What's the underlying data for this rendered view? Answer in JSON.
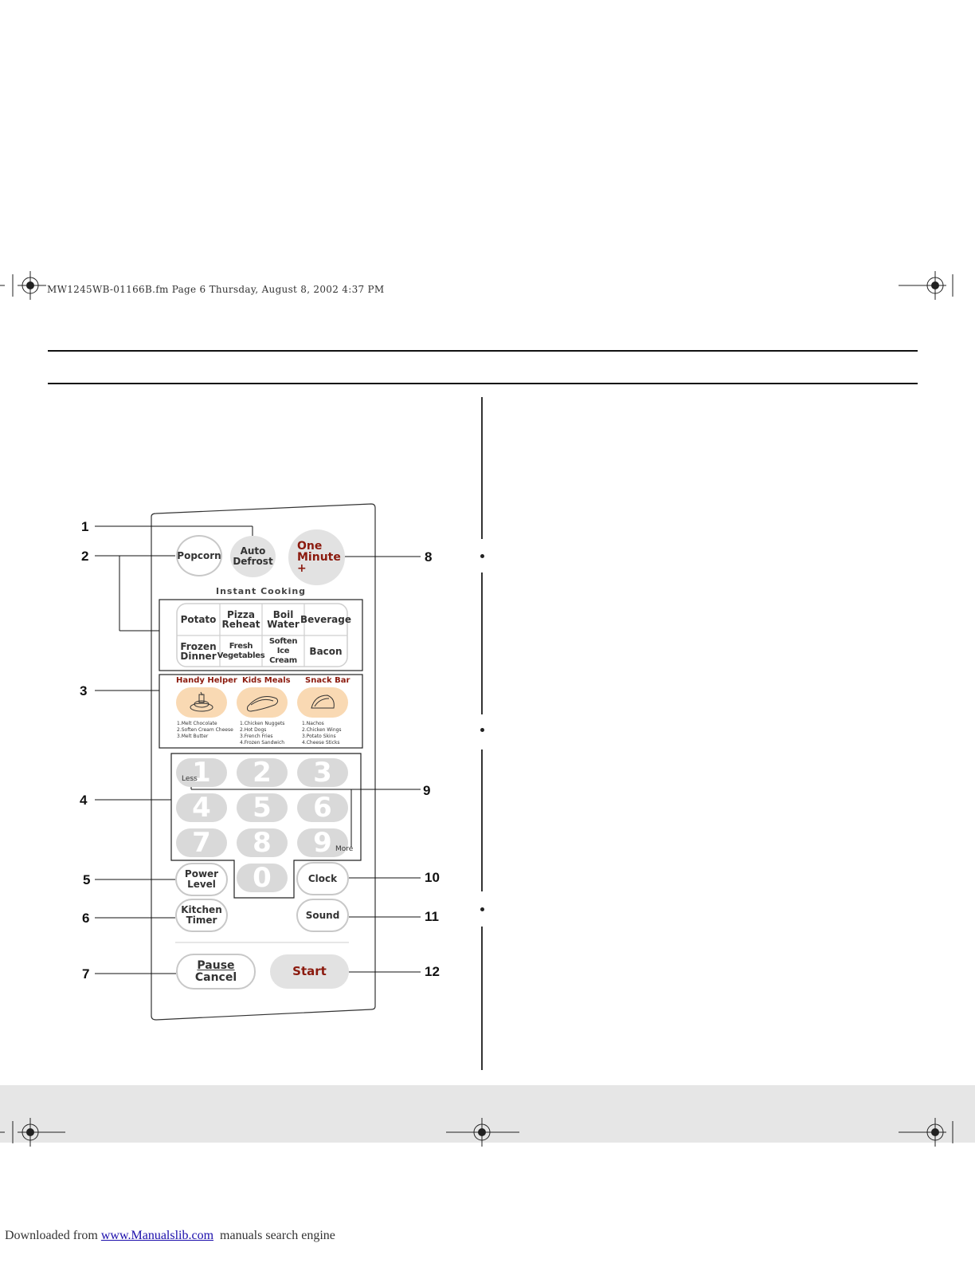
{
  "header": {
    "file_line": "MW1245WB-01166B.fm  Page 6  Thursday, August 8, 2002  4:37 PM"
  },
  "panel": {
    "popcorn": "Popcorn",
    "auto_defrost": [
      "Auto",
      "Defrost"
    ],
    "one_minute": [
      "One",
      "Minute",
      "+"
    ],
    "instant_cooking_title": "Instant Cooking",
    "instant_cooking": [
      [
        "Potato"
      ],
      [
        "Pizza",
        "Reheat"
      ],
      [
        "Boil",
        "Water"
      ],
      [
        "Beverage"
      ],
      [
        "Frozen",
        "Dinner"
      ],
      [
        "Fresh",
        "Vegetables"
      ],
      [
        "Soften",
        "Ice Cream"
      ],
      [
        "Bacon"
      ]
    ],
    "categories": [
      {
        "title": "Handy Helper",
        "items": [
          "1.Melt Chocolate",
          "2.Soften Cream Cheese",
          "3.Melt Butter"
        ]
      },
      {
        "title": "Kids Meals",
        "items": [
          "1.Chicken Nuggets",
          "2.Hot Dogs",
          "3.French Fries",
          "4.Frozen Sandwich"
        ]
      },
      {
        "title": "Snack Bar",
        "items": [
          "1.Nachos",
          "2.Chicken Wings",
          "3.Potato Skins",
          "4.Cheese Sticks"
        ]
      }
    ],
    "digits": [
      "1",
      "2",
      "3",
      "4",
      "5",
      "6",
      "7",
      "8",
      "9",
      "0"
    ],
    "less": "Less",
    "more": "More",
    "power_level": [
      "Power",
      "Level"
    ],
    "clock": "Clock",
    "kitchen_timer": [
      "Kitchen",
      "Timer"
    ],
    "sound": "Sound",
    "pause_cancel": [
      "Pause",
      "Cancel"
    ],
    "start": "Start"
  },
  "callouts": [
    "1",
    "2",
    "3",
    "4",
    "5",
    "6",
    "7",
    "8",
    "9",
    "10",
    "11",
    "12"
  ],
  "footer": {
    "downloaded_from": "Downloaded from ",
    "link_text": "www.Manualslib.com",
    "tail": "  manuals search engine"
  },
  "colors": {
    "accent_red": "#8b1a0e",
    "key_grey": "#e2e2e2",
    "digit_grey": "#d9d9d9",
    "food_peach": "#f9d9b3"
  }
}
